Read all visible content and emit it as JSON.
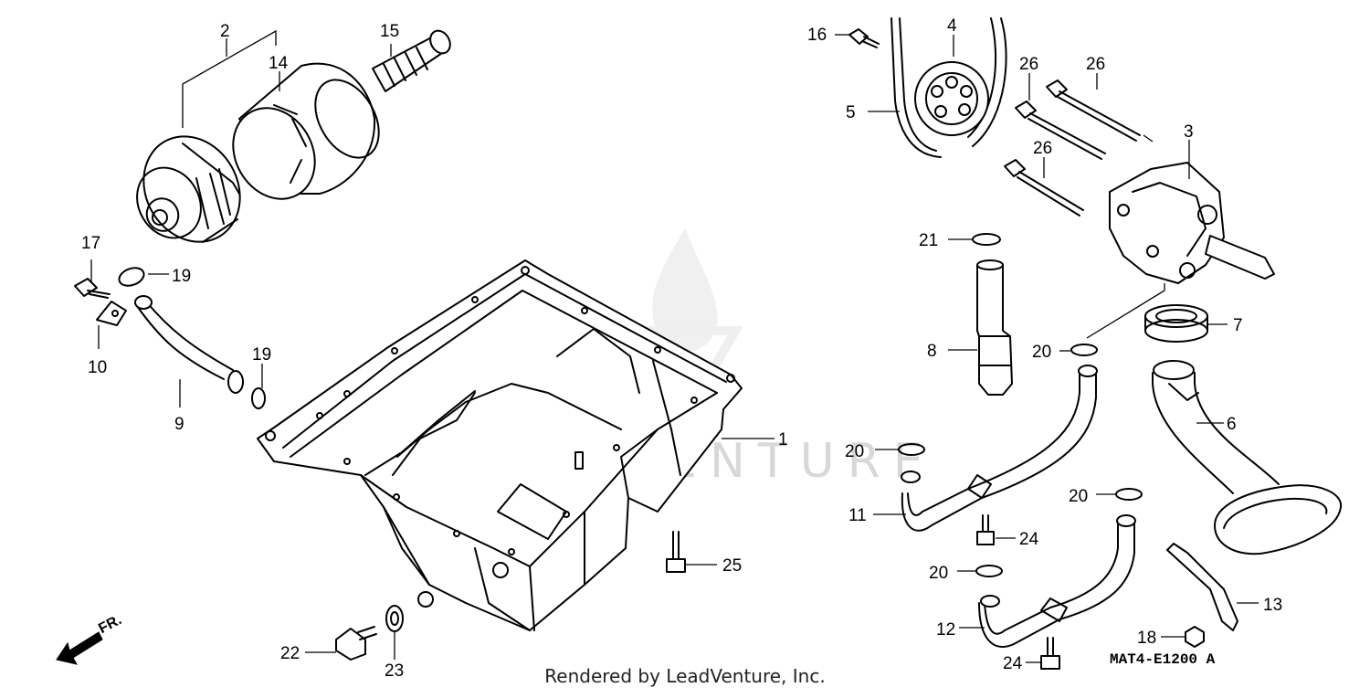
{
  "watermark": "LEADVENTURE",
  "footer": "Rendered by LeadVenture, Inc.",
  "diagram_code": "MAT4-E1200 A",
  "direction_label": "FR.",
  "callouts": {
    "c1": "1",
    "c2": "2",
    "c3": "3",
    "c4": "4",
    "c5": "5",
    "c6": "6",
    "c7": "7",
    "c8": "8",
    "c9": "9",
    "c10": "10",
    "c11": "11",
    "c12": "12",
    "c13": "13",
    "c14": "14",
    "c15": "15",
    "c16": "16",
    "c17": "17",
    "c18": "18",
    "c19a": "19",
    "c19b": "19",
    "c20a": "20",
    "c20b": "20",
    "c20c": "20",
    "c20d": "20",
    "c21": "21",
    "c22": "22",
    "c23": "23",
    "c24a": "24",
    "c24b": "24",
    "c25": "25",
    "c26a": "26",
    "c26b": "26",
    "c26c": "26"
  }
}
